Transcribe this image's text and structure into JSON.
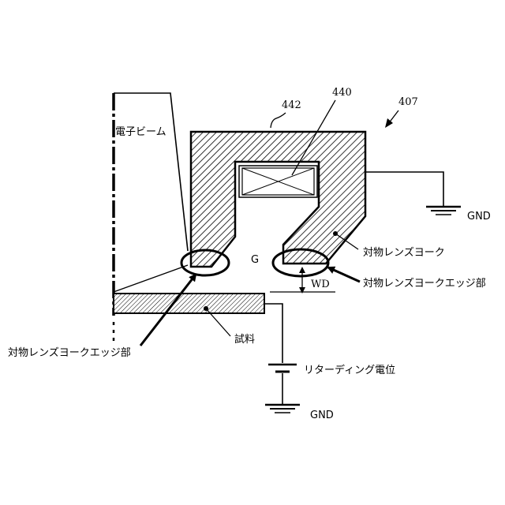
{
  "figure": {
    "ref_numbers": {
      "yoke_outline": "442",
      "coil": "440",
      "device": "407"
    },
    "labels": {
      "electron_beam": "電子ビーム",
      "gap": "G",
      "working_distance": "WD",
      "objective_yoke": "対物レンズヨーク",
      "yoke_edge_right": "対物レンズヨークエッジ部",
      "yoke_edge_left": "対物レンズヨークエッジ部",
      "sample": "試料",
      "retarding_potential": "リターディング電位",
      "gnd_top": "GND",
      "gnd_bottom": "GND"
    }
  }
}
